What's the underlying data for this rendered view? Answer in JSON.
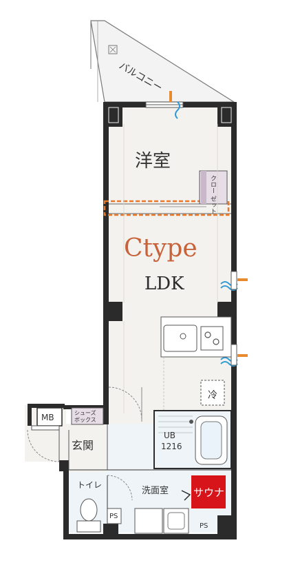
{
  "rooms": {
    "western_room": "洋室",
    "closet": "クローゼット",
    "closet_col1": "クロー",
    "closet_col2": "ゼット",
    "ldk": "LDK",
    "entrance": "玄関",
    "toilet": "トイレ",
    "washroom": "洗面室",
    "sauna": "サウナ",
    "balcony": "バルコニー",
    "shoe_box_line1": "シューズ",
    "shoe_box_line2": "ボックス",
    "fridge": "冷",
    "unit_bath_line1": "UB",
    "unit_bath_line2": "1216"
  },
  "type_label": "Ctype",
  "utility": {
    "meter_box": "MB",
    "pipe_space_1": "PS",
    "pipe_space_2": "PS"
  },
  "colors": {
    "wall": "#2b2b2b",
    "floor": "#f4f2ee",
    "wet_area": "#e9f3f9",
    "sauna": "#d7141a",
    "type_label": "#c8623a",
    "aircon_marker": "#e98a2e",
    "aircon_flow": "#2e9bd6",
    "beam_dashes": "#e9782a",
    "closet_fill": "#e6dde6"
  }
}
